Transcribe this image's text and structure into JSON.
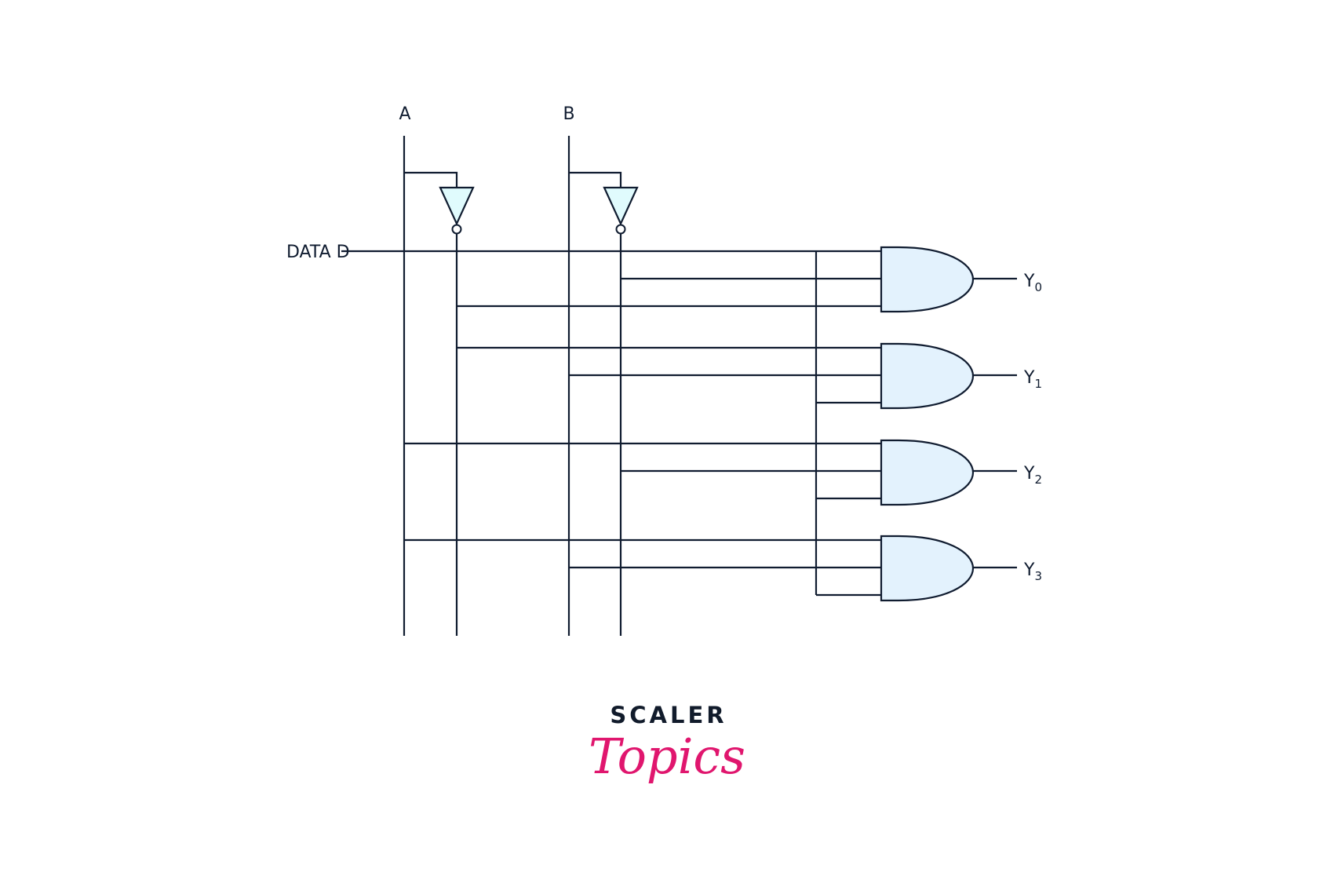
{
  "diagram": {
    "title": "1-to-4 Demultiplexer",
    "inputs": {
      "a_label": "A",
      "b_label": "B",
      "data_label": "DATA D"
    },
    "outputs": [
      {
        "base": "Y",
        "sub": "0",
        "inputs": [
          "D",
          "B'",
          "A'"
        ]
      },
      {
        "base": "Y",
        "sub": "1",
        "inputs": [
          "A'",
          "B",
          "D"
        ]
      },
      {
        "base": "Y",
        "sub": "2",
        "inputs": [
          "A",
          "B'",
          "D"
        ]
      },
      {
        "base": "Y",
        "sub": "3",
        "inputs": [
          "A",
          "B",
          "D"
        ]
      }
    ],
    "colors": {
      "wire": "#101c30",
      "and_fill": "#e3f2fd",
      "not_fill": "#e0fbfd",
      "logo_accent": "#e0166e"
    }
  },
  "logo": {
    "line1": "SCALER",
    "line2": "Topics"
  }
}
